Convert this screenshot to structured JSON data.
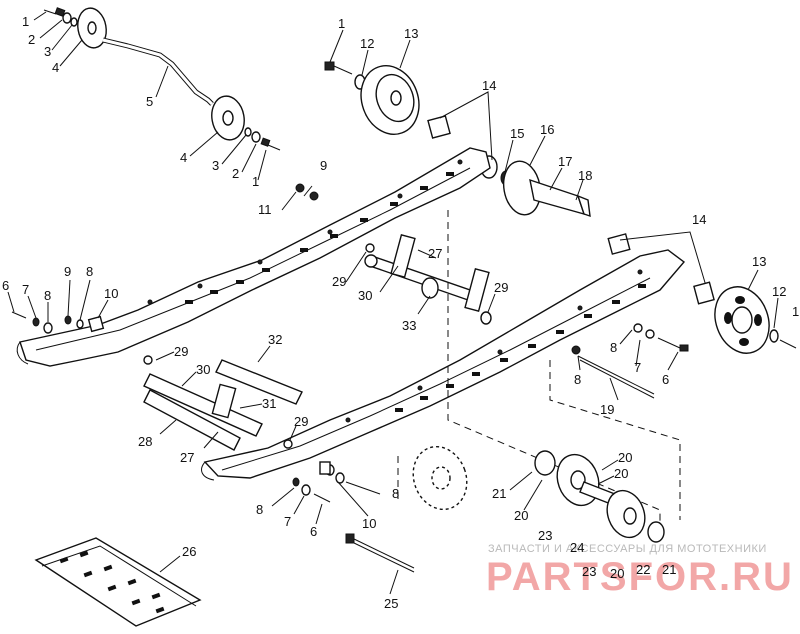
{
  "watermark": {
    "caption": "ЗАПЧАСТИ И АКСЕССУАРЫ ДЛЯ МОТОТЕХНИКИ",
    "brand": "PARTSFOR.RU"
  },
  "callouts": [
    {
      "id": "c1a",
      "text": "1"
    },
    {
      "id": "c2a",
      "text": "2"
    },
    {
      "id": "c3a",
      "text": "3"
    },
    {
      "id": "c4a",
      "text": "4"
    },
    {
      "id": "c5",
      "text": "5"
    },
    {
      "id": "c4b",
      "text": "4"
    },
    {
      "id": "c3b",
      "text": "3"
    },
    {
      "id": "c2b",
      "text": "2"
    },
    {
      "id": "c1b",
      "text": "1"
    },
    {
      "id": "c1c",
      "text": "1"
    },
    {
      "id": "c12a",
      "text": "12"
    },
    {
      "id": "c13a",
      "text": "13"
    },
    {
      "id": "c14a",
      "text": "14"
    },
    {
      "id": "c15",
      "text": "15"
    },
    {
      "id": "c16",
      "text": "16"
    },
    {
      "id": "c17",
      "text": "17"
    },
    {
      "id": "c18",
      "text": "18"
    },
    {
      "id": "c9",
      "text": "9"
    },
    {
      "id": "c11",
      "text": "11"
    },
    {
      "id": "c6a",
      "text": "6"
    },
    {
      "id": "c7a",
      "text": "7"
    },
    {
      "id": "c8a",
      "text": "8"
    },
    {
      "id": "c9b",
      "text": "9"
    },
    {
      "id": "c8b",
      "text": "8"
    },
    {
      "id": "c10a",
      "text": "10"
    },
    {
      "id": "c27a",
      "text": "27"
    },
    {
      "id": "c29a",
      "text": "29"
    },
    {
      "id": "c30a",
      "text": "30"
    },
    {
      "id": "c29b",
      "text": "29"
    },
    {
      "id": "c33",
      "text": "33"
    },
    {
      "id": "c14b",
      "text": "14"
    },
    {
      "id": "c13b",
      "text": "13"
    },
    {
      "id": "c12b",
      "text": "12"
    },
    {
      "id": "c1d",
      "text": "1"
    },
    {
      "id": "c8c",
      "text": "8"
    },
    {
      "id": "c7b",
      "text": "7"
    },
    {
      "id": "c8d",
      "text": "8"
    },
    {
      "id": "c6b",
      "text": "6"
    },
    {
      "id": "c19",
      "text": "19"
    },
    {
      "id": "c32",
      "text": "32"
    },
    {
      "id": "c29c",
      "text": "29"
    },
    {
      "id": "c30b",
      "text": "30"
    },
    {
      "id": "c31",
      "text": "31"
    },
    {
      "id": "c28",
      "text": "28"
    },
    {
      "id": "c27b",
      "text": "27"
    },
    {
      "id": "c29d",
      "text": "29"
    },
    {
      "id": "c20a",
      "text": "20"
    },
    {
      "id": "c20b",
      "text": "20"
    },
    {
      "id": "c21a",
      "text": "21"
    },
    {
      "id": "c20c",
      "text": "20"
    },
    {
      "id": "c23a",
      "text": "23"
    },
    {
      "id": "c24",
      "text": "24"
    },
    {
      "id": "c23b",
      "text": "23"
    },
    {
      "id": "c20d",
      "text": "20"
    },
    {
      "id": "c22",
      "text": "22"
    },
    {
      "id": "c21b",
      "text": "21"
    },
    {
      "id": "c8e",
      "text": "8"
    },
    {
      "id": "c8f",
      "text": "8"
    },
    {
      "id": "c7c",
      "text": "7"
    },
    {
      "id": "c6c",
      "text": "6"
    },
    {
      "id": "c10b",
      "text": "10"
    },
    {
      "id": "c26",
      "text": "26"
    },
    {
      "id": "c25",
      "text": "25"
    }
  ]
}
